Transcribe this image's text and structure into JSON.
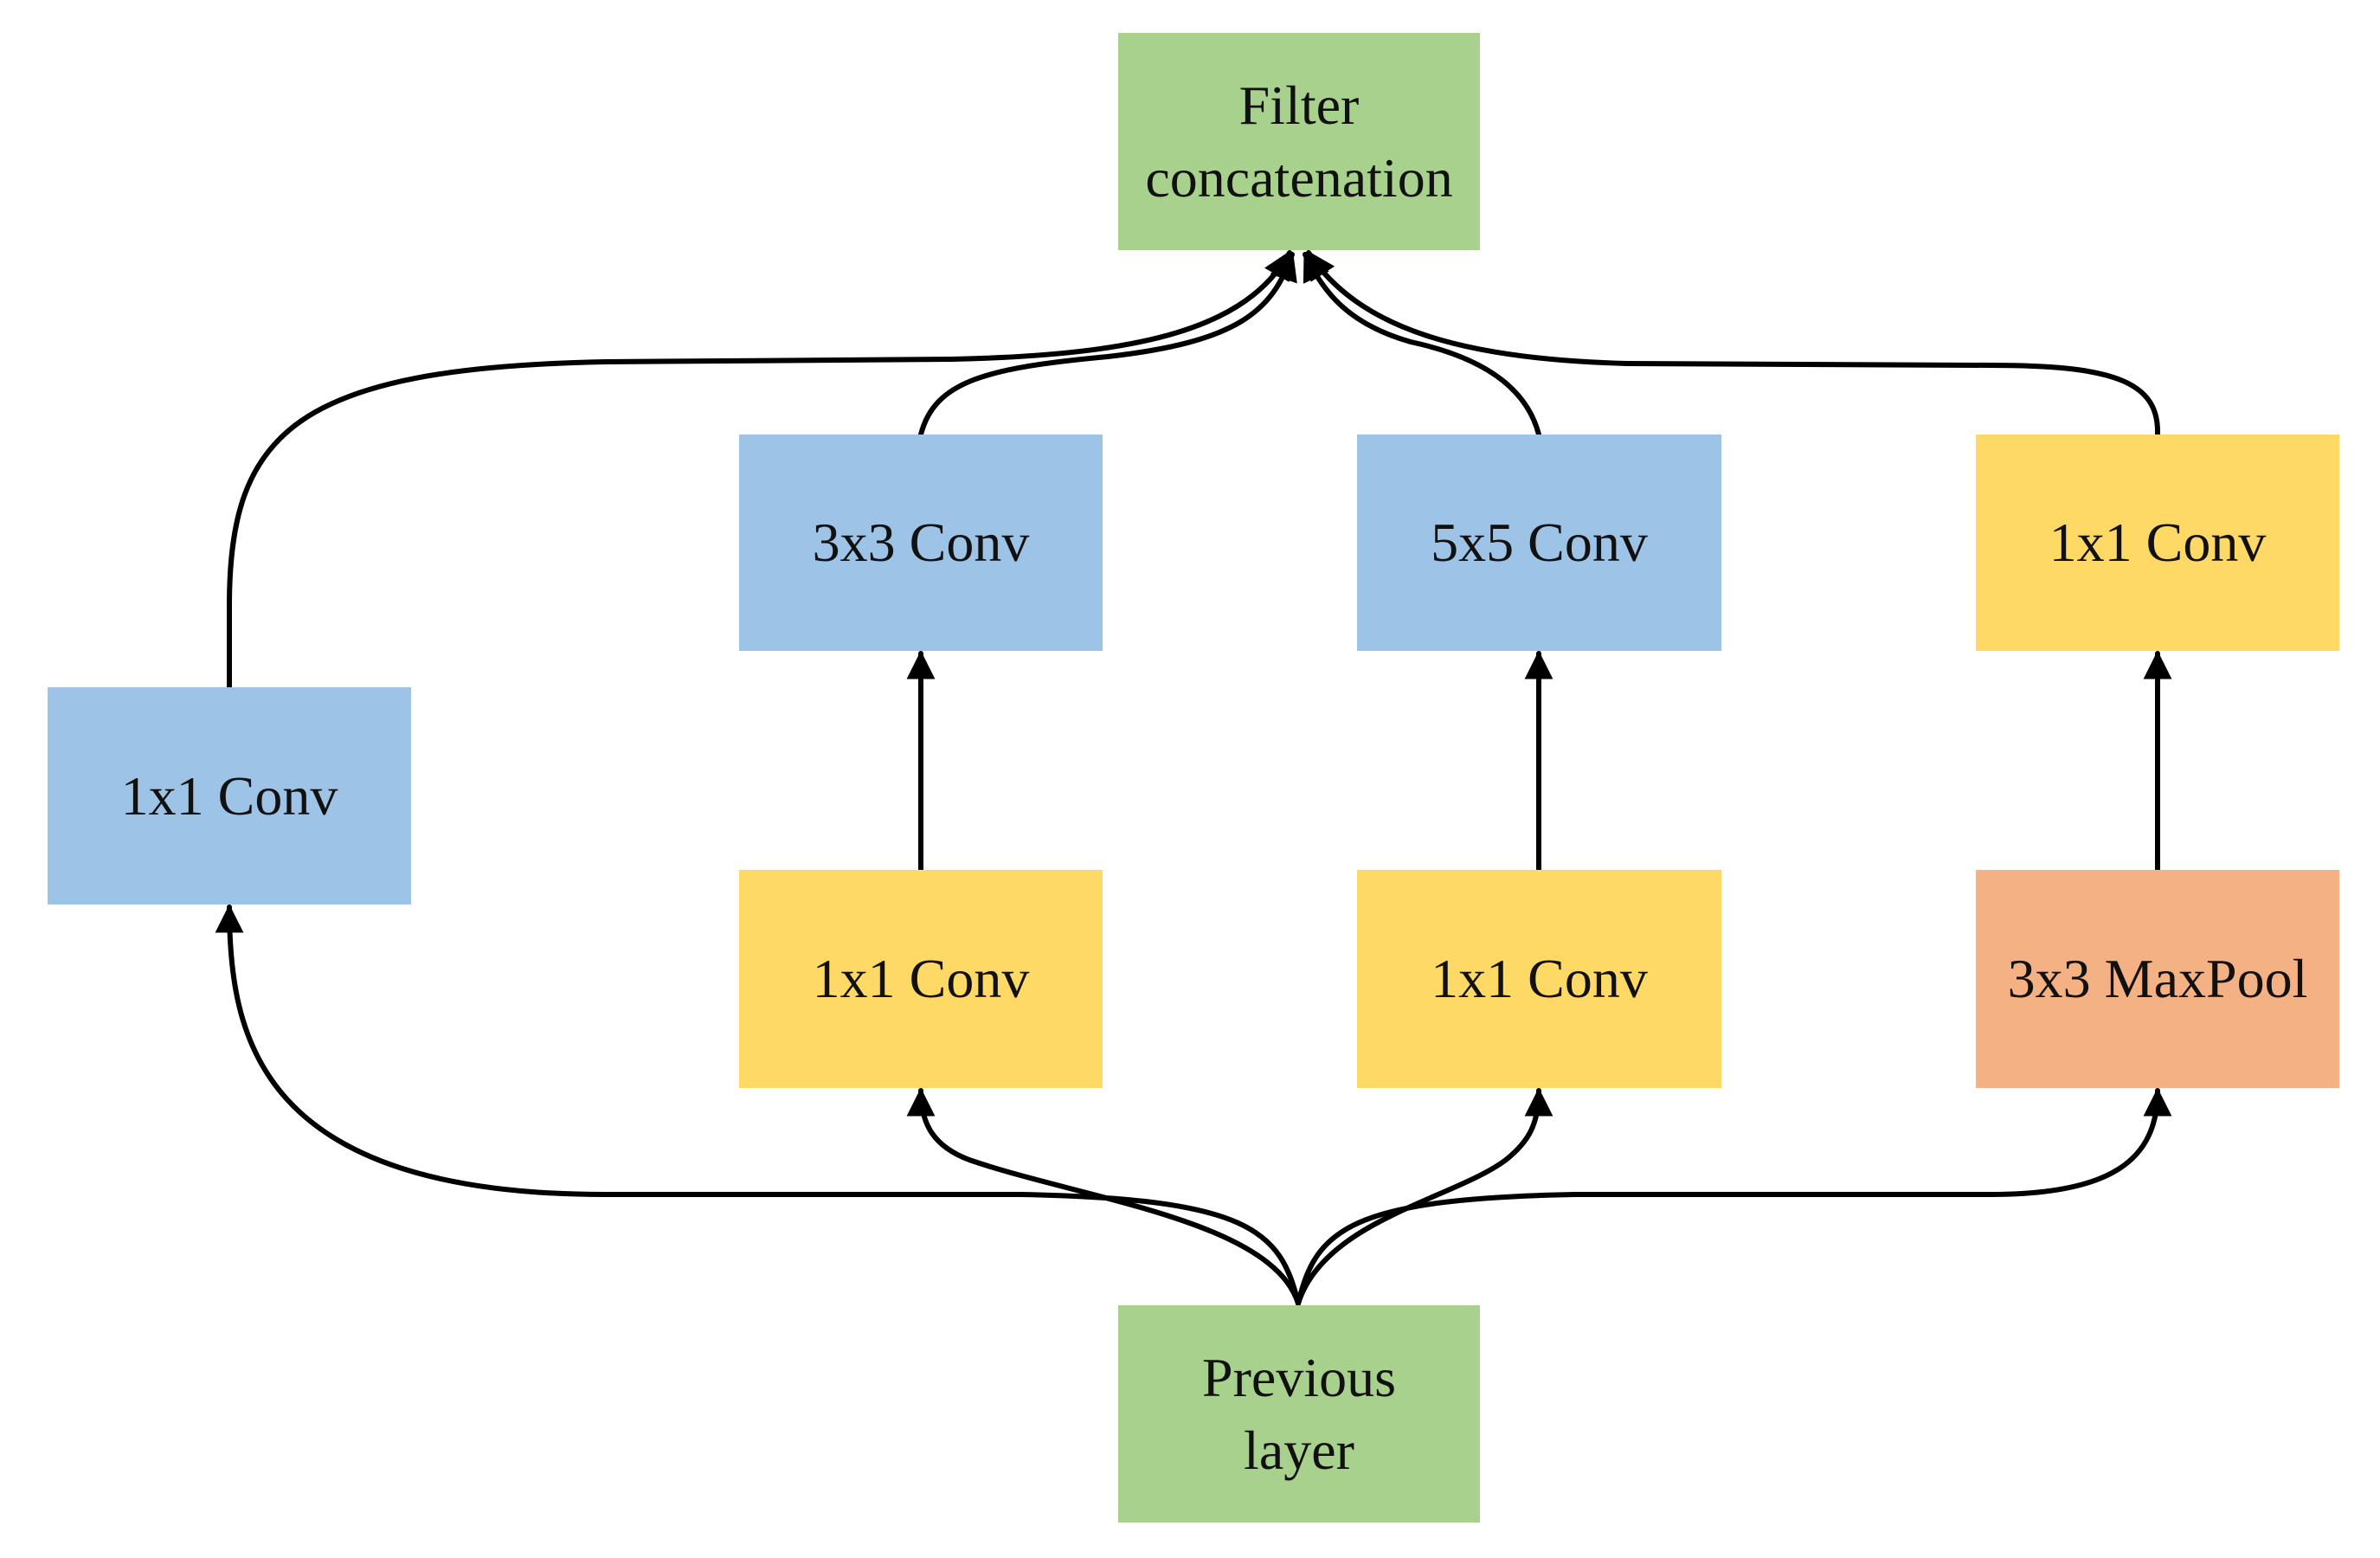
{
  "colors": {
    "concat_green": "#a9d18e",
    "conv_blue": "#9dc3e6",
    "reduce_yellow": "#ffd966",
    "pool_orange": "#f4b183",
    "edge": "#000000"
  },
  "nodes": {
    "filter_concat": {
      "label": "Filter\nconcatenation"
    },
    "previous_layer": {
      "label": "Previous\nlayer"
    },
    "branch1_conv1x1": {
      "label": "1x1 Conv"
    },
    "branch2_conv3x3": {
      "label": "3x3 Conv"
    },
    "branch3_conv5x5": {
      "label": "5x5 Conv"
    },
    "branch4_conv1x1": {
      "label": "1x1 Conv"
    },
    "branch2_reduce1x1": {
      "label": "1x1 Conv"
    },
    "branch3_reduce1x1": {
      "label": "1x1 Conv"
    },
    "branch4_maxpool3x3": {
      "label": "3x3 MaxPool"
    }
  }
}
